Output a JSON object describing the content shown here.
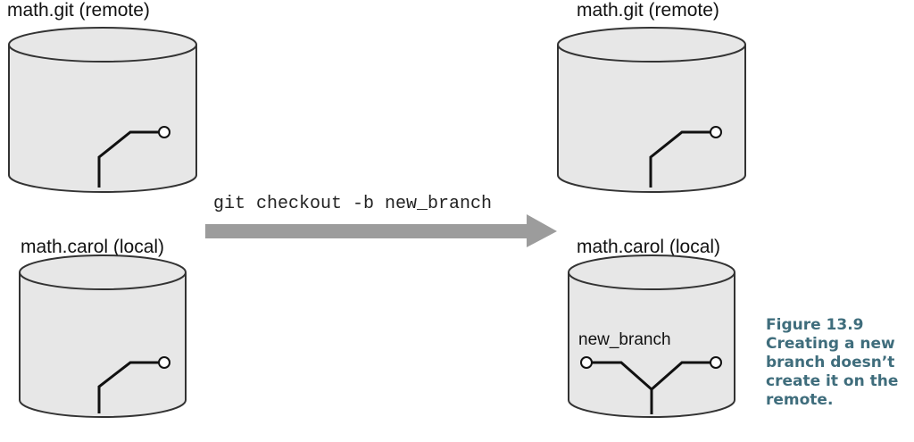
{
  "repositories": {
    "before_remote": {
      "label": "math.git (remote)"
    },
    "before_local": {
      "label": "math.carol (local)"
    },
    "after_remote": {
      "label": "math.git (remote)"
    },
    "after_local": {
      "label": "math.carol (local)",
      "branch_label": "new_branch"
    }
  },
  "command": {
    "text": "git checkout -b new_branch"
  },
  "caption": {
    "figure_number": "Figure 13.9",
    "text_lines": [
      "Creating a new",
      "branch doesn’t",
      "create it on the",
      "remote."
    ]
  }
}
